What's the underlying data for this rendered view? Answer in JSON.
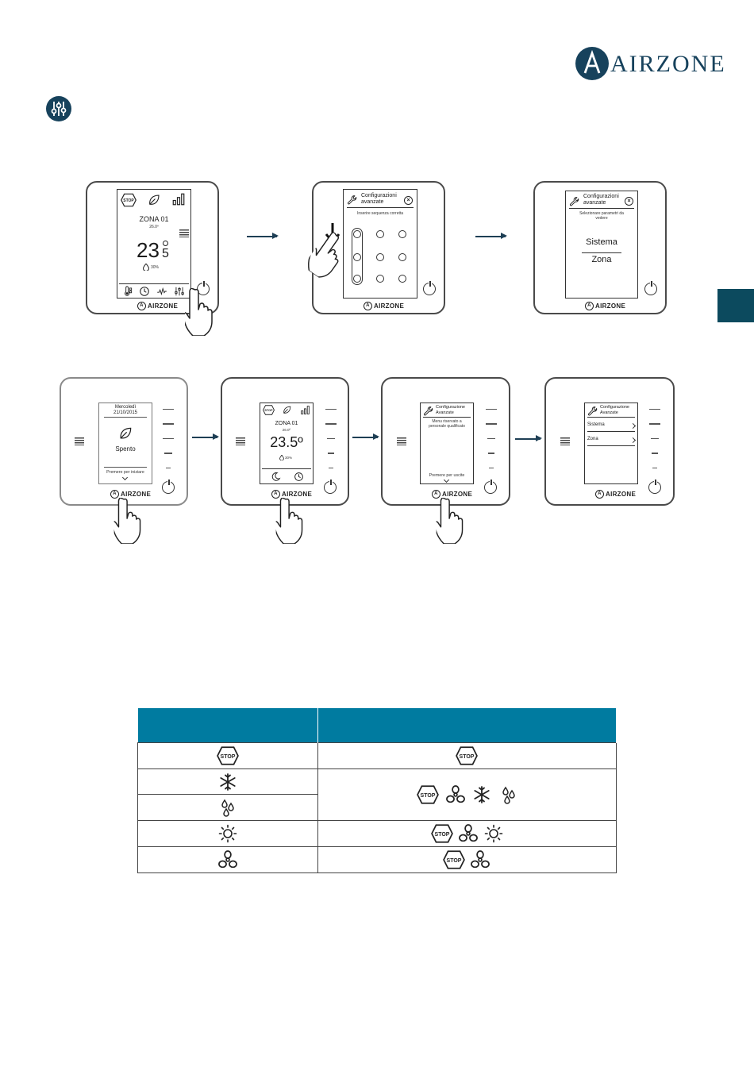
{
  "brand": {
    "name": "AIRZONE",
    "color": "#17425c"
  },
  "section_icon": "sliders-icon",
  "side_tab_color": "#0c4a5e",
  "row1": {
    "device1": {
      "zone": "ZONA 01",
      "setpoint": "26.0º",
      "temp_int": "23",
      "temp_dec": "5",
      "humidity": "30%",
      "stop": "STOP",
      "brand": "AIRZONE"
    },
    "device2": {
      "title_line1": "Configurazioni",
      "title_line2": "avanzate",
      "subtitle": "Inserire sequenza corretta",
      "brand": "AIRZONE"
    },
    "device3": {
      "title_line1": "Configurazioni",
      "title_line2": "avanzate",
      "subtitle": "Selezionare parametri da vedere",
      "option1": "Sistema",
      "option2": "Zona",
      "brand": "AIRZONE"
    }
  },
  "row2": {
    "device4": {
      "day": "Mercoledì",
      "date": "21/10/2015",
      "status": "Spento",
      "hint": "Premere per iniziare",
      "brand": "AIRZONE"
    },
    "device5": {
      "zone": "ZONA 01",
      "setpoint": "26.0º",
      "temp": "23.5º",
      "humidity": "30%",
      "stop": "STOP",
      "brand": "AIRZONE"
    },
    "device6": {
      "title_line1": "Configurazione",
      "title_line2": "Avanzate",
      "message": "Menu riservato a personale qualificato",
      "hint": "Premere per uscite",
      "brand": "AIRZONE"
    },
    "device7": {
      "title_line1": "Configurazione",
      "title_line2": "Avanzate",
      "option1": "Sistema",
      "option2": "Zona",
      "brand": "AIRZONE"
    }
  },
  "table": {
    "header_color": "#007ba0",
    "stop_label": "STOP",
    "rows": [
      {
        "left": [
          "stop-icon"
        ],
        "right": [
          "stop-icon"
        ]
      },
      {
        "left": [
          "snowflake-icon"
        ],
        "right": [
          "stop-icon",
          "fan-icon",
          "snowflake-icon",
          "drops-icon"
        ]
      },
      {
        "left": [
          "drops-icon"
        ],
        "right": []
      },
      {
        "left": [
          "sun-icon"
        ],
        "right": [
          "stop-icon",
          "fan-icon",
          "sun-icon"
        ]
      },
      {
        "left": [
          "fan-icon"
        ],
        "right": [
          "stop-icon",
          "fan-icon"
        ]
      }
    ]
  }
}
